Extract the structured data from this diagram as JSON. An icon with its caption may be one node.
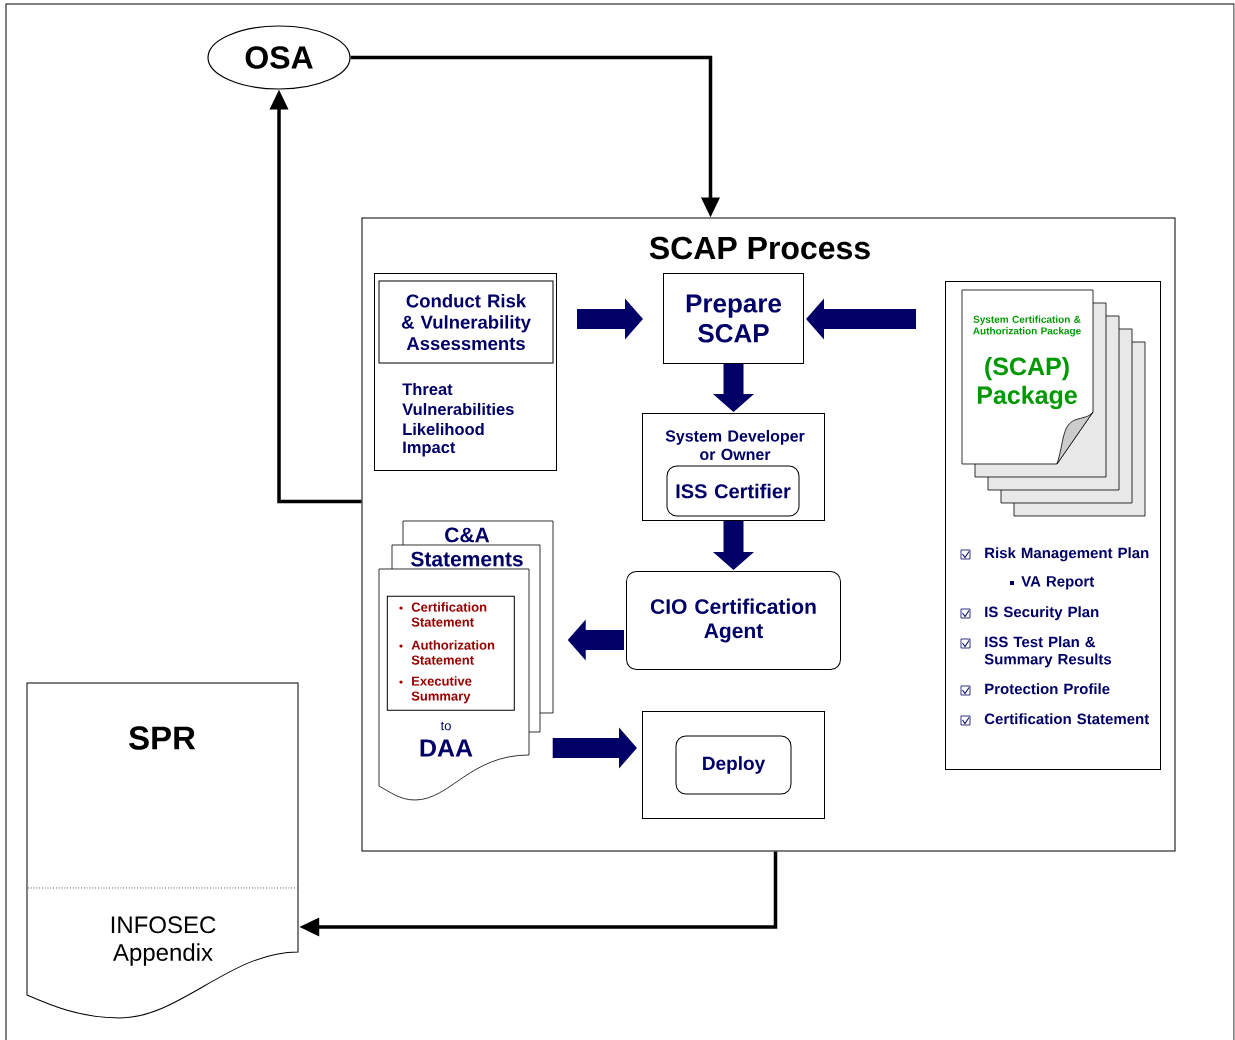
{
  "diagram": {
    "nodes": [
      {
        "text": [
          "OSA"
        ]
      },
      {
        "text": [
          "SCAP Process"
        ]
      },
      {
        "text": [
          "Threat",
          "Vulnerabilities",
          "Likelihood",
          "Impact"
        ],
        "in": 1
      },
      {
        "text": [
          "Conduct Risk & Vulnerability Assessments"
        ],
        "in": 2
      },
      {
        "text": [
          "Prepare SCAP"
        ],
        "in": 1
      },
      {
        "text": [
          "System Developer or Owner"
        ],
        "in": 1
      },
      {
        "text": [
          "ISS Certifier"
        ],
        "in": 5
      },
      {
        "text": [
          "CIO Certification Agent"
        ],
        "in": 1
      },
      {
        "text": [
          "C&A Statements",
          "to",
          "DAA"
        ],
        "in": 1
      },
      {
        "text": [
          "Certification Statement",
          "Authorization Statement",
          "Executive Summary"
        ],
        "in": 8
      },
      {
        "text": [],
        "shape": "box",
        "in": 1
      },
      {
        "text": [
          "Deploy"
        ],
        "in": 10
      },
      {
        "text": [
          "Risk Management Plan",
          "VA Report",
          "IS Security Plan",
          "ISS Test Plan & Summary Results",
          "Protection Profile",
          "Certification Statement"
        ],
        "in": 1
      },
      {
        "text": [
          "System Certification & Authorization Package",
          "(SCAP) Package"
        ],
        "in": 12
      },
      {
        "text": [
          "SPR",
          "INFOSEC Appendix"
        ]
      }
    ],
    "edges": [
      {
        "from": 0,
        "to": 1,
        "arrow": "to",
        "color": "#000000"
      },
      {
        "from": 1,
        "to": 0,
        "arrow": "to",
        "color": "#000000"
      },
      {
        "from": 2,
        "to": 4,
        "arrow": "to"
      },
      {
        "from": 12,
        "to": 4,
        "arrow": "to"
      },
      {
        "from": 4,
        "to": 5,
        "arrow": "to"
      },
      {
        "from": 5,
        "to": 7,
        "arrow": "to"
      },
      {
        "from": 7,
        "to": 8,
        "arrow": "to"
      },
      {
        "from": 8,
        "to": 10,
        "arrow": "to"
      },
      {
        "from": 1,
        "to": 14,
        "arrow": "to",
        "color": "#000000"
      }
    ]
  }
}
